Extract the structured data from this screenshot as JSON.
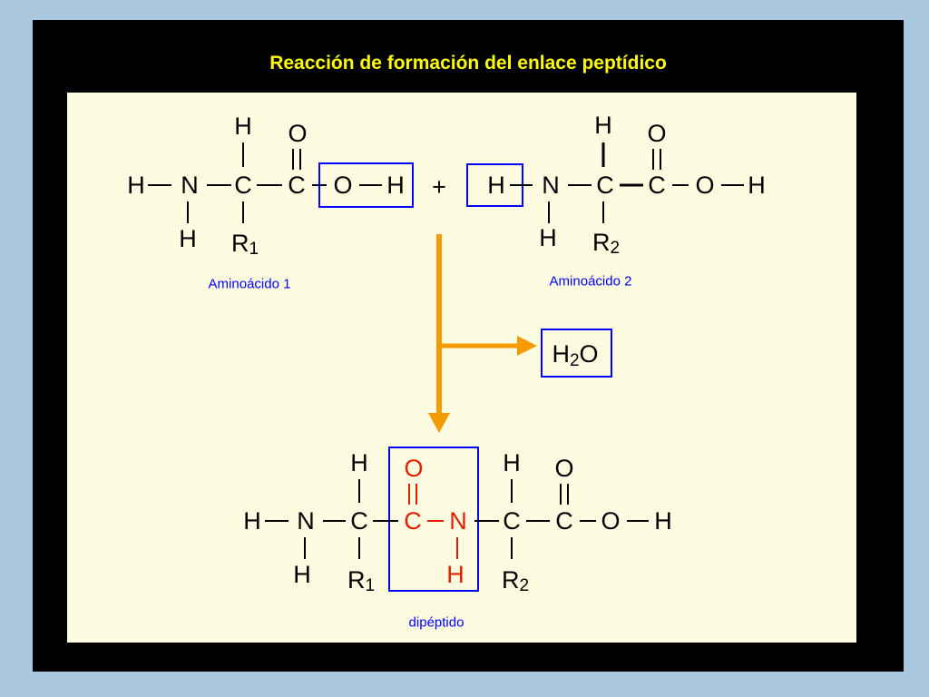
{
  "title": "Reacción de formación del enlace peptídico",
  "atoms": {
    "h": "H",
    "n": "N",
    "c": "C",
    "o": "O",
    "r": "R",
    "sub1": "1",
    "sub2": "2"
  },
  "plus": "+",
  "labels": {
    "aminoacid1": "Aminoácido 1",
    "aminoacid2": "Aminoácido 2",
    "dipeptide": "dipéptido"
  },
  "water": {
    "h": "H",
    "sub": "2",
    "o": "O"
  },
  "colors": {
    "background": "#a9c8e0",
    "slide": "#000000",
    "title": "#ffff00",
    "panel": "#fdfbe0",
    "highlight_box": "#0000ff",
    "peptide_bond": "#e02000",
    "arrow": "#f59a00",
    "label": "#0000ff"
  }
}
